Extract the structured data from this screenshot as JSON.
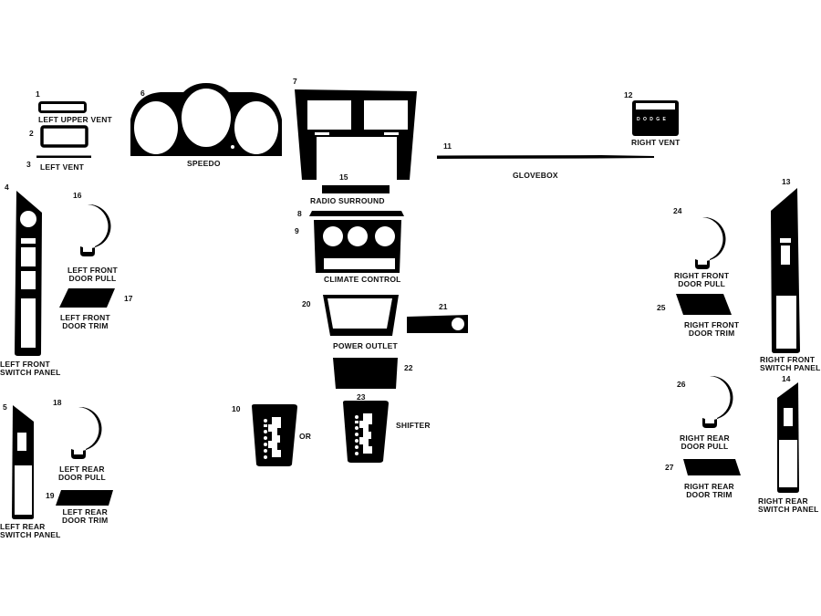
{
  "diagram": {
    "type": "dash-kit-parts-layout",
    "ink_color": "#000000",
    "background": "#ffffff"
  },
  "parts": {
    "p1": {
      "num": "1",
      "label": "LEFT UPPER VENT"
    },
    "p2": {
      "num": "2",
      "label": ""
    },
    "p3": {
      "num": "3",
      "label": "LEFT VENT"
    },
    "p4": {
      "num": "4",
      "label_line1": "LEFT FRONT",
      "label_line2": "SWITCH PANEL"
    },
    "p5": {
      "num": "5",
      "label_line1": "LEFT REAR",
      "label_line2": "SWITCH PANEL"
    },
    "p6": {
      "num": "6",
      "label": "SPEEDO"
    },
    "p7": {
      "num": "7",
      "label": "RADIO SURROUND"
    },
    "p8": {
      "num": "8"
    },
    "p9": {
      "num": "9",
      "label": "CLIMATE CONTROL"
    },
    "p10": {
      "num": "10",
      "or": "OR"
    },
    "p11": {
      "num": "11",
      "label": "GLOVEBOX"
    },
    "p12": {
      "num": "12",
      "label": "RIGHT VENT",
      "badge": "D O D G E"
    },
    "p13": {
      "num": "13",
      "label_line1": "RIGHT FRONT",
      "label_line2": "SWITCH PANEL"
    },
    "p14": {
      "num": "14",
      "label_line1": "RIGHT REAR",
      "label_line2": "SWITCH PANEL"
    },
    "p15": {
      "num": "15"
    },
    "p16": {
      "num": "16",
      "label_line1": "LEFT FRONT",
      "label_line2": "DOOR PULL"
    },
    "p17": {
      "num": "17",
      "label_line1": "LEFT FRONT",
      "label_line2": "DOOR TRIM"
    },
    "p18": {
      "num": "18",
      "label_line1": "LEFT REAR",
      "label_line2": "DOOR PULL"
    },
    "p19": {
      "num": "19",
      "label_line1": "LEFT REAR",
      "label_line2": "DOOR TRIM"
    },
    "p20": {
      "num": "20",
      "label": "POWER OUTLET"
    },
    "p21": {
      "num": "21"
    },
    "p22": {
      "num": "22"
    },
    "p23": {
      "num": "23",
      "label": "SHIFTER"
    },
    "p24": {
      "num": "24",
      "label_line1": "RIGHT FRONT",
      "label_line2": "DOOR PULL"
    },
    "p25": {
      "num": "25",
      "label_line1": "RIGHT FRONT",
      "label_line2": "DOOR TRIM"
    },
    "p26": {
      "num": "26",
      "label_line1": "RIGHT REAR",
      "label_line2": "DOOR PULL"
    },
    "p27": {
      "num": "27",
      "label_line1": "RIGHT REAR",
      "label_line2": "DOOR TRIM"
    }
  }
}
